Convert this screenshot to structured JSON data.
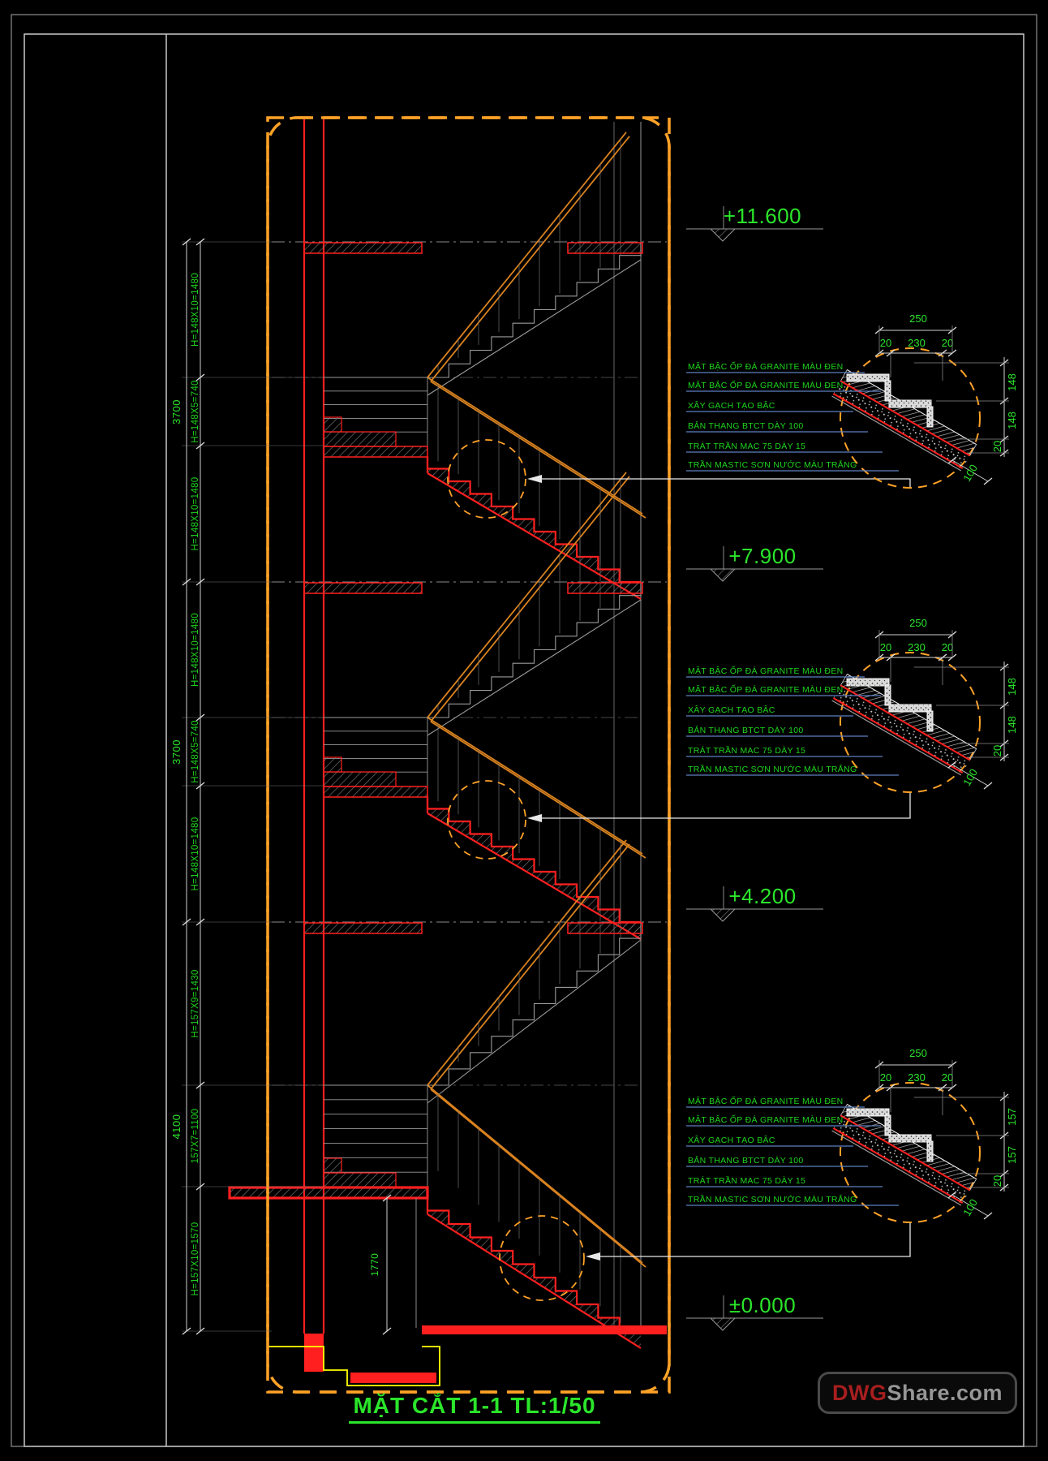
{
  "sheet": {
    "title": "MẶT CẮT 1-1 TL:1/50",
    "watermark": {
      "brand_prefix": "DWG",
      "brand_suffix": "Share.com"
    }
  },
  "levels": [
    {
      "label": "+11.600"
    },
    {
      "label": "+7.900"
    },
    {
      "label": "+4.200"
    },
    {
      "label": "±0.000"
    }
  ],
  "left_dims": {
    "overall": [
      "3700",
      "3700",
      "4100"
    ],
    "runs": [
      "H=148X10=1480",
      "H=148X5=740",
      "H=148X10=1480",
      "H=148X10=1480",
      "H=148X5=740",
      "H=148X10=1480",
      "H=157X9=1430",
      "157X7=1100",
      "H=157X10=1570"
    ],
    "extra": "1770"
  },
  "details": [
    {
      "width_dim": "250",
      "sub_dims": [
        "20",
        "230",
        "20"
      ],
      "height_dims": [
        "148",
        "148",
        "20"
      ],
      "slope_dim": "100",
      "labels": [
        "MẶT BẬC ỐP ĐÁ GRANITE MÀU ĐEN",
        "MẶT BẬC ỐP ĐÁ GRANITE MÀU ĐEN",
        "XÂY GẠCH TẠO BẬC",
        "BẢN THANG BTCT DÀY 100",
        "TRÁT TRẦN MAC 75 DÀY 15",
        "TRẦN MASTIC SƠN NƯỚC MÀU TRẮNG"
      ]
    },
    {
      "width_dim": "250",
      "sub_dims": [
        "20",
        "230",
        "20"
      ],
      "height_dims": [
        "148",
        "148",
        "20"
      ],
      "slope_dim": "100",
      "labels": [
        "MẶT BẬC ỐP ĐÁ GRANITE MÀU ĐEN",
        "MẶT BẬC ỐP ĐÁ GRANITE MÀU ĐEN",
        "XÂY GẠCH TẠO BẬC",
        "BẢN THANG BTCT DÀY 100",
        "TRÁT TRẦN MAC 75 DÀY 15",
        "TRẦN MASTIC SƠN NƯỚC MÀU TRẮNG"
      ]
    },
    {
      "width_dim": "250",
      "sub_dims": [
        "20",
        "230",
        "20"
      ],
      "height_dims": [
        "157",
        "157",
        "20"
      ],
      "slope_dim": "100",
      "labels": [
        "MẶT BẬC ỐP ĐÁ GRANITE MÀU ĐEN",
        "MẶT BẬC ỐP ĐÁ GRANITE MÀU ĐEN",
        "XÂY GẠCH TẠO BẬC",
        "BẢN THANG BTCT DÀY 100",
        "TRÁT TRẦN MAC 75 DÀY 15",
        "TRẦN MASTIC SƠN NƯỚC MÀU TRẮNG"
      ]
    }
  ],
  "colors": {
    "green": "#2BE52B",
    "green_dim": "#1ED51E",
    "red": "#FF1F1F",
    "orange_dash": "#FFA227",
    "orange_rail": "#D9821F",
    "yellow": "#FFFF00",
    "blue_leader": "#5C7FBF",
    "white": "#E8E8E8",
    "gray": "#9A9A9A"
  }
}
